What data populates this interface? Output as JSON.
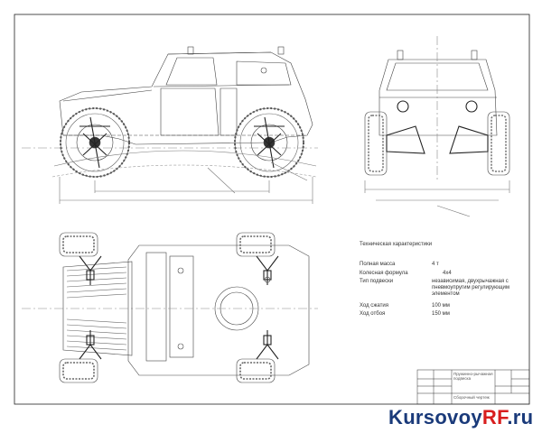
{
  "specs": {
    "heading": "Техническая характеристики",
    "rows": [
      {
        "label": "Полная масса",
        "value": "4 т"
      },
      {
        "label": "Колесная формула",
        "value": "4х4"
      },
      {
        "label": "Тип подвески",
        "value": "независимая, двухрычажная с пневмоупругим регулирующим элементом"
      },
      {
        "label": "Ход сжатия",
        "value": "100 мм"
      },
      {
        "label": "Ход отбоя",
        "value": "150 мм"
      }
    ]
  },
  "title_block": {
    "title": "Пружинно-рычажная подвеска",
    "subtitle": "Сборочный чертеж"
  },
  "watermark": {
    "part1": "Kursovoy",
    "part2": "RF",
    "part3": ".ru"
  }
}
